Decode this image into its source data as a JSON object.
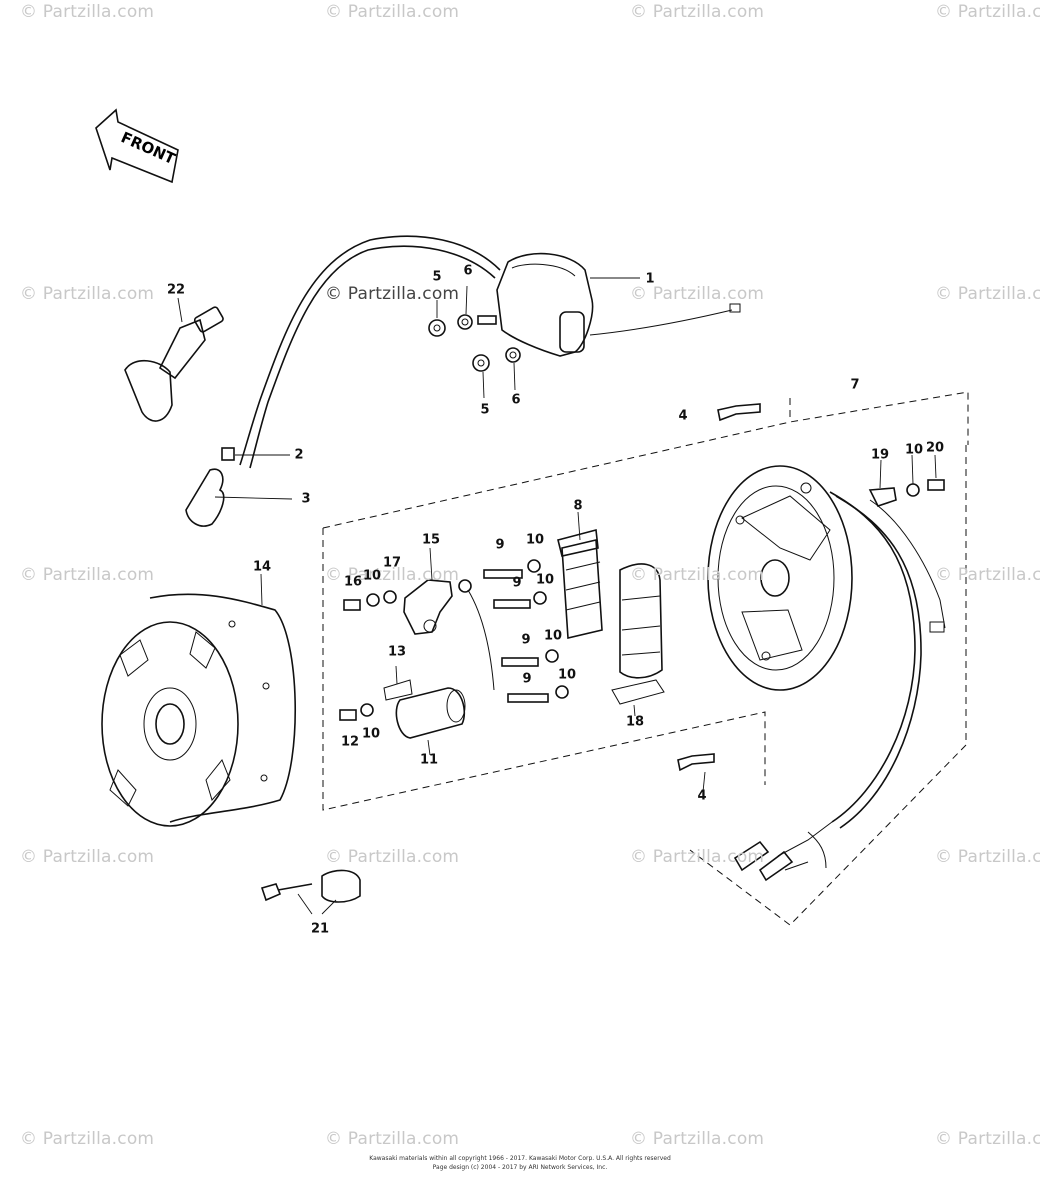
{
  "watermark": "© Partzilla.com",
  "front_arrow": {
    "label": "FRONT"
  },
  "callouts": {
    "c1": "1",
    "c2": "2",
    "c3": "3",
    "c4a": "4",
    "c4b": "4",
    "c5a": "5",
    "c5b": "5",
    "c6a": "6",
    "c6b": "6",
    "c7": "7",
    "c8": "8",
    "c9a": "9",
    "c9b": "9",
    "c9c": "9",
    "c9d": "9",
    "c10a": "10",
    "c10b": "10",
    "c10c": "10",
    "c10d": "10",
    "c10e": "10",
    "c10f": "10",
    "c10g": "10",
    "c11": "11",
    "c12": "12",
    "c13": "13",
    "c14": "14",
    "c15": "15",
    "c16": "16",
    "c17": "17",
    "c18": "18",
    "c19": "19",
    "c20": "20",
    "c21": "21",
    "c22": "22"
  },
  "copyright": {
    "line1": "Kawasaki materials within all copyright 1966 - 2017. Kawasaki Motor Corp. U.S.A. All rights reserved",
    "line2": "Page design (c) 2004 - 2017 by ARI Network Services, Inc."
  }
}
